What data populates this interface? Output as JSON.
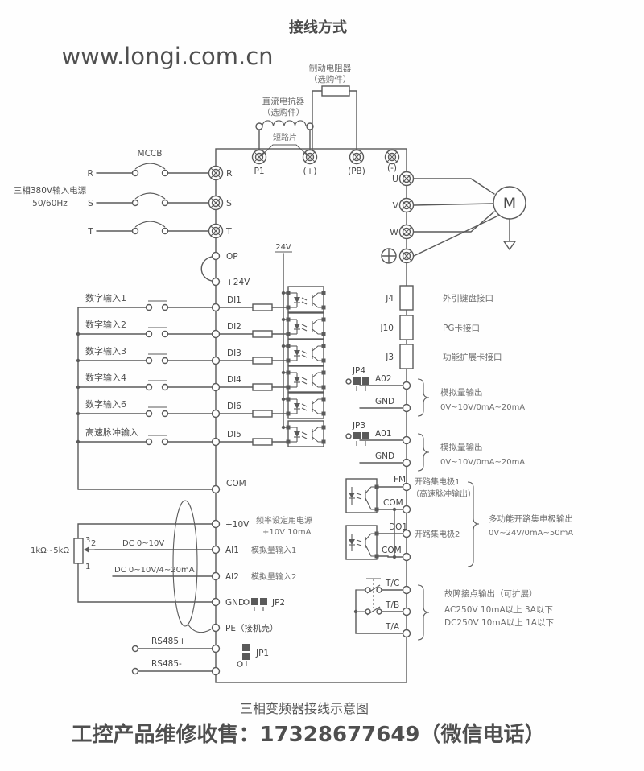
{
  "colors": {
    "red": "#e8432a",
    "ink": "#4f4f4f"
  },
  "header": {
    "title": "接线方式",
    "watermark": "www.longi.com.cn"
  },
  "footer": {
    "caption": "三相变频器接线示意图",
    "contact": "工控产品维修收售：17328677649（微信电话）"
  },
  "power": {
    "source_line1": "三相380V输入电源",
    "source_line2": "50/60Hz",
    "breaker": "MCCB",
    "phases": [
      "R",
      "S",
      "T"
    ]
  },
  "dc_bus": {
    "p1": "P1",
    "plus": "(+)",
    "pb": "(PB)",
    "minus": "(-)",
    "reactor1": "直流电抗器",
    "reactor2": "（选购件）",
    "brake1": "制动电阻器",
    "brake2": "（选购件）",
    "short_bar": "短路片"
  },
  "output": {
    "u": "U",
    "v": "V",
    "w": "W",
    "motor": "M"
  },
  "control_power": {
    "rail": "24V",
    "op": "OP",
    "p24v": "+24V",
    "com": "COM"
  },
  "digital_inputs": [
    {
      "label": "数字输入1",
      "terminal": "DI1"
    },
    {
      "label": "数字输入2",
      "terminal": "DI2"
    },
    {
      "label": "数字输入3",
      "terminal": "DI3"
    },
    {
      "label": "数字输入4",
      "terminal": "DI4"
    },
    {
      "label": "数字输入6",
      "terminal": "DI6"
    },
    {
      "label": "高速脉冲输入",
      "terminal": "DI5"
    }
  ],
  "connectors": [
    {
      "name": "J4",
      "desc": "外引键盘接口"
    },
    {
      "name": "J10",
      "desc": "PG卡接口"
    },
    {
      "name": "J3",
      "desc": "功能扩展卡接口"
    }
  ],
  "analog_outputs": [
    {
      "jumper": "JP4",
      "terminal": "A02",
      "gnd": "GND",
      "desc1": "模拟量输出",
      "desc2": "0V~10V/0mA~20mA"
    },
    {
      "jumper": "JP3",
      "terminal": "A01",
      "gnd": "GND",
      "desc1": "模拟量输出",
      "desc2": "0V~10V/0mA~20mA"
    }
  ],
  "open_collector": {
    "fm": "FM",
    "com1": "COM",
    "do1": "DO1",
    "com2": "COM",
    "fm_desc1": "开路集电极1",
    "fm_desc2": "（高速脉冲输出）",
    "do_desc": "开路集电极2",
    "group_desc1": "多功能开路集电极输出",
    "group_desc2": "0V~24V/0mA~50mA"
  },
  "relay": {
    "tc": "T/C",
    "tb": "T/B",
    "ta": "T/A",
    "desc1": "故障接点输出（可扩展）",
    "desc2": "AC250V 10mA以上 3A以下",
    "desc3": "DC250V 10mA以上 1A以下"
  },
  "analog_inputs": {
    "pot_value": "1kΩ~5kΩ",
    "pot_pin3": "3",
    "pot_pin2": "2",
    "pot_pin1": "1",
    "wire_ai1": "DC 0~10V",
    "wire_ai2": "DC 0~10V/4~20mA",
    "p10v": "+10V",
    "p10v_desc1": "频率设定用电源",
    "p10v_desc2": "+10V 10mA",
    "ai1": "AI1",
    "ai1_desc": "模拟量输入1",
    "ai2": "AI2",
    "ai2_desc": "模拟量输入2",
    "gnd": "GND",
    "jp2": "JP2",
    "pe": "PE（接机壳）"
  },
  "comm": {
    "rs485_plus": "RS485+",
    "rs485_minus": "RS485-",
    "jp1": "JP1"
  }
}
